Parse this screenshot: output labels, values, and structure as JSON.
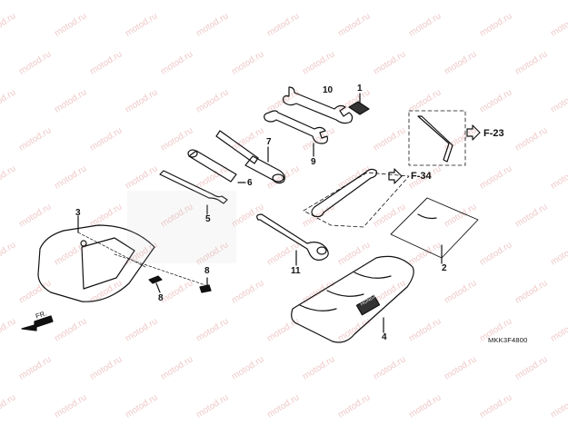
{
  "diagram": {
    "parts": [
      {
        "id": "1",
        "label": "1"
      },
      {
        "id": "2",
        "label": "2"
      },
      {
        "id": "3",
        "label": "3"
      },
      {
        "id": "4",
        "label": "4"
      },
      {
        "id": "5",
        "label": "5"
      },
      {
        "id": "6",
        "label": "6"
      },
      {
        "id": "7",
        "label": "7"
      },
      {
        "id": "8a",
        "label": "8"
      },
      {
        "id": "8b",
        "label": "8"
      },
      {
        "id": "9",
        "label": "9"
      },
      {
        "id": "10",
        "label": "10"
      },
      {
        "id": "11",
        "label": "11"
      }
    ],
    "references": [
      {
        "id": "f23",
        "label": "F-23"
      },
      {
        "id": "f34",
        "label": "F-34"
      }
    ],
    "front_marker": "FR.",
    "drawing_code": "MKK3F4800",
    "pouch_badge": "HONDA",
    "watermark": "motod.ru"
  }
}
